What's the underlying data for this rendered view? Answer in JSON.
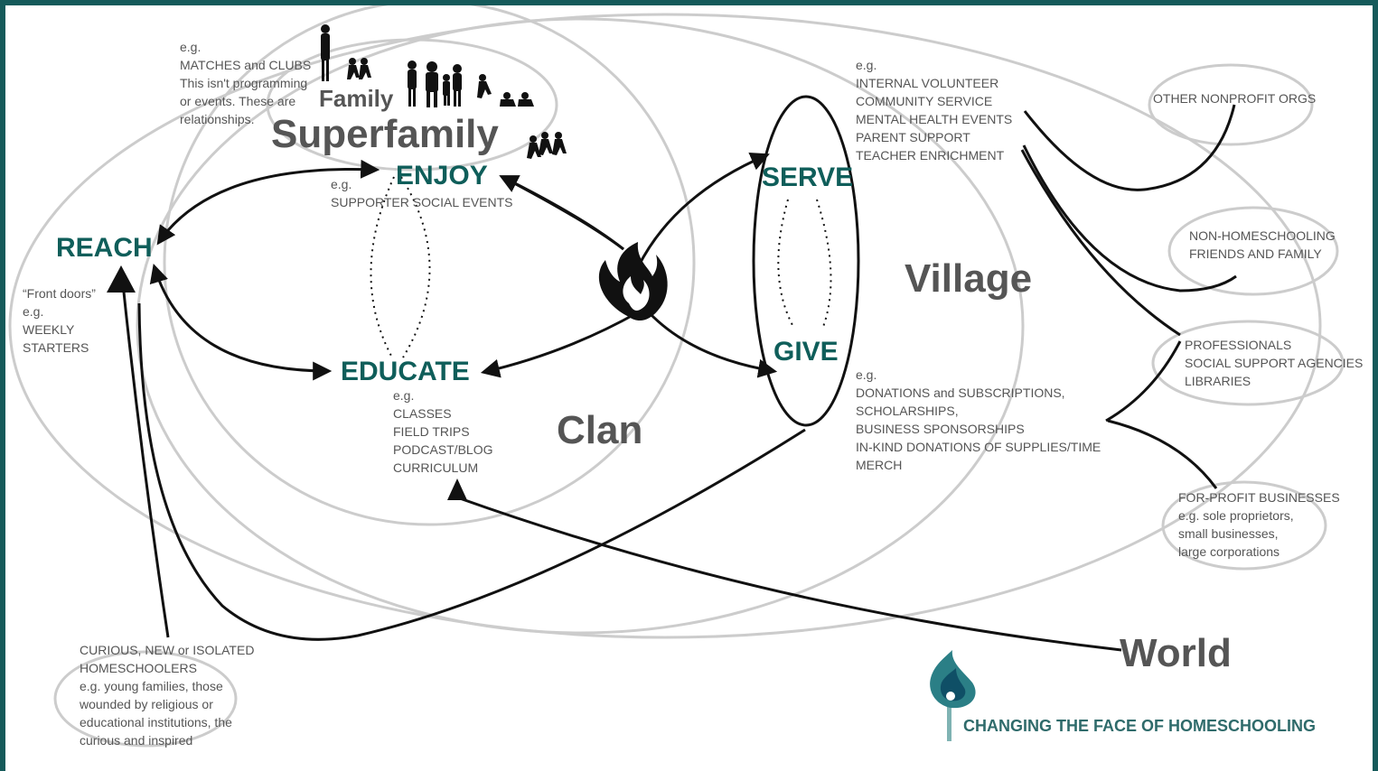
{
  "rings": {
    "family": "Family",
    "superfamily": "Superfamily",
    "clan": "Clan",
    "village": "Village",
    "world": "World"
  },
  "actions": {
    "reach": "REACH",
    "enjoy": "ENJOY",
    "educate": "EDUCATE",
    "serve": "SERVE",
    "give": "GIVE"
  },
  "notes": {
    "family_examples": [
      "e.g.",
      "MATCHES and CLUBS",
      "This isn't programming",
      "or events. These are",
      "relationships."
    ],
    "enjoy_examples": [
      "e.g.",
      "SUPPORTER SOCIAL EVENTS"
    ],
    "reach_examples": [
      "“Front doors”",
      "e.g.",
      "WEEKLY",
      "STARTERS"
    ],
    "educate_examples": [
      "e.g.",
      "CLASSES",
      "FIELD TRIPS",
      "PODCAST/BLOG",
      "CURRICULUM"
    ],
    "serve_examples": [
      "e.g.",
      "INTERNAL VOLUNTEER",
      "COMMUNITY SERVICE",
      "MENTAL HEALTH EVENTS",
      "PARENT SUPPORT",
      "TEACHER ENRICHMENT"
    ],
    "give_examples": [
      "e.g.",
      "DONATIONS and SUBSCRIPTIONS,",
      "SCHOLARSHIPS,",
      "BUSINESS SPONSORSHIPS",
      "IN-KIND DONATIONS OF SUPPLIES/TIME",
      "MERCH"
    ],
    "homeschoolers": [
      "CURIOUS, NEW or ISOLATED",
      "HOMESCHOOLERS",
      "e.g. young families, those",
      "wounded by religious or",
      "educational institutions, the",
      "curious and inspired"
    ]
  },
  "world_groups": {
    "nonprofits": [
      "OTHER NONPROFIT ORGS"
    ],
    "friends": [
      "NON-HOMESCHOOLING",
      "FRIENDS AND FAMILY"
    ],
    "professionals": [
      "PROFESSIONALS",
      "SOCIAL SUPPORT AGENCIES",
      "LIBRARIES"
    ],
    "businesses": [
      "FOR-PROFIT BUSINESSES",
      "e.g. sole proprietors,",
      "small businesses,",
      "large corporations"
    ]
  },
  "brand": {
    "tagline": "CHANGING THE FACE OF HOMESCHOOLING",
    "logo_icon": "flame-logo-icon"
  },
  "colors": {
    "teal": "#0f5e5a",
    "frame": "#155a5a",
    "ring": "#cfcfcf",
    "gray_text": "#555555"
  }
}
